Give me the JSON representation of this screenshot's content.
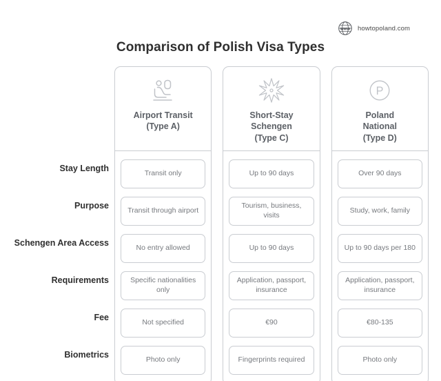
{
  "brand": {
    "icon": "globe-www-icon",
    "text": "howtopoland.com"
  },
  "title": "Comparison of Polish Visa Types",
  "table": {
    "row_labels": [
      "Stay Length",
      "Purpose",
      "Schengen Area Access",
      "Requirements",
      "Fee",
      "Biometrics"
    ],
    "columns": [
      {
        "icon": "airplane-seat-passenger-icon",
        "title": "Airport Transit (Type A)",
        "title_line1": "Airport Transit",
        "title_line2": "(Type A)",
        "cells": [
          "Transit only",
          "Transit through airport",
          "No entry allowed",
          "Specific nationalities only",
          "Not specified",
          "Photo only"
        ]
      },
      {
        "icon": "eight-pointed-star-icon",
        "title": "Short-Stay Schengen (Type C)",
        "title_line1": "Short-Stay",
        "title_line2": "Schengen",
        "title_line3": "(Type C)",
        "cells": [
          "Up to 90 days",
          "Tourism, business, visits",
          "Up to 90 days",
          "Application, passport, insurance",
          "€90",
          "Fingerprints required"
        ]
      },
      {
        "icon": "circled-p-icon",
        "title": "Poland National (Type D)",
        "title_line1": "Poland",
        "title_line2": "National",
        "title_line3": "(Type D)",
        "cells": [
          "Over 90 days",
          "Study, work, family",
          "Up to 90 days per 180",
          "Application, passport, insurance",
          "€80-135",
          "Photo only"
        ]
      }
    ]
  },
  "colors": {
    "background": "#ffffff",
    "title_text": "#2f2f2f",
    "label_text": "#2f2f2f",
    "cell_text": "#76797e",
    "column_title_text": "#5c6066",
    "border": "#c9ccd1",
    "icon_stroke": "#c0c3c8"
  }
}
